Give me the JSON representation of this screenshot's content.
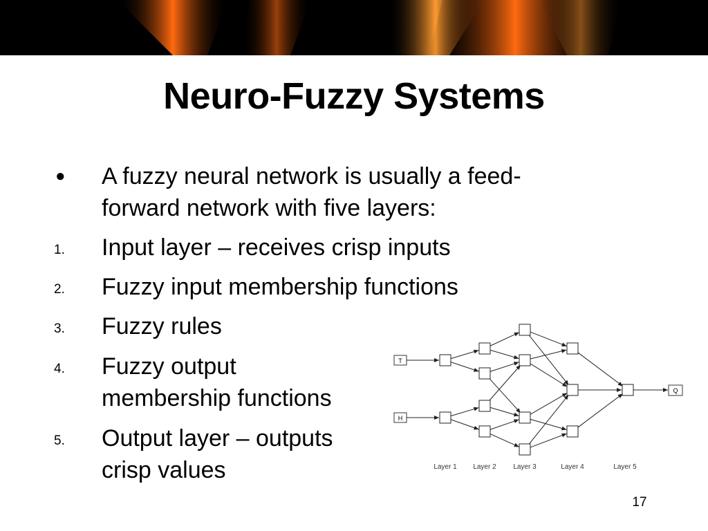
{
  "slide": {
    "title": "Neuro-Fuzzy Systems",
    "page_number": "17"
  },
  "bullets": [
    {
      "marker": "●",
      "lines": [
        "A fuzzy neural network is usually a feed-",
        "forward network with five layers:"
      ]
    },
    {
      "marker": "1.",
      "lines": [
        "Input layer – receives crisp inputs"
      ]
    },
    {
      "marker": "2.",
      "lines": [
        "Fuzzy input membership functions"
      ]
    },
    {
      "marker": "3.",
      "lines": [
        "Fuzzy rules"
      ]
    },
    {
      "marker": "4.",
      "lines": [
        "Fuzzy output",
        "membership functions"
      ]
    },
    {
      "marker": "5.",
      "lines": [
        "Output layer – outputs",
        "crisp values"
      ]
    }
  ],
  "diagram": {
    "inputs": [
      "T",
      "H"
    ],
    "output": "Q",
    "layer_labels": [
      "Layer 1",
      "Layer 2",
      "Layer 3",
      "Layer 4",
      "Layer 5"
    ]
  }
}
